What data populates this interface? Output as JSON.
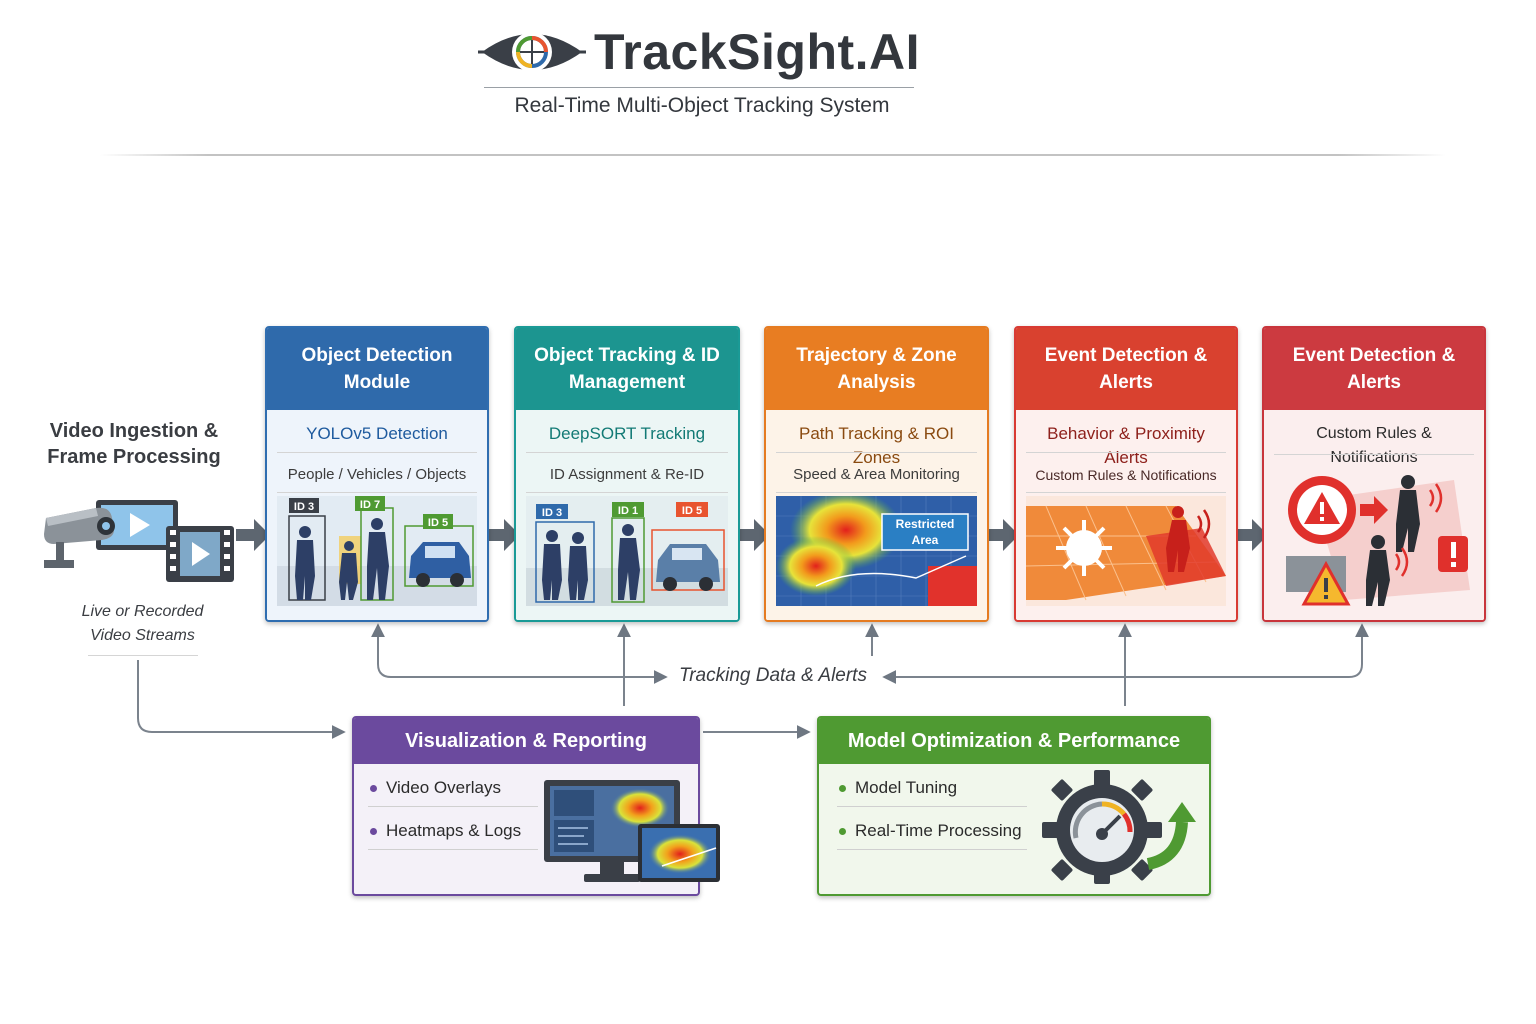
{
  "header": {
    "brand": "TrackSight.AI",
    "subtitle": "Real-Time Multi-Object Tracking System",
    "logo_icon": "eye-icon"
  },
  "ingestion": {
    "title": "Video Ingestion & Frame Processing",
    "caption": "Live or Recorded Video Streams",
    "icons": [
      "camera-icon",
      "monitor-play-icon",
      "film-play-icon"
    ]
  },
  "modules": [
    {
      "title": "Object Detection Module",
      "line1": "YOLOv5 Detection",
      "line2": "People / Vehicles / Objects",
      "tags": [
        "ID 3",
        "ID 7",
        "ID 5"
      ]
    },
    {
      "title": "Object Tracking & ID Management",
      "line1": "DeepSORT Tracking",
      "line2": "ID Assignment & Re-ID",
      "tags": [
        "ID 3",
        "ID 1",
        "ID 5"
      ]
    },
    {
      "title": "Trajectory & Zone Analysis",
      "line1": "Path Tracking & ROI Zones",
      "line2": "Speed & Area Monitoring",
      "zone_label": "Restricted Area"
    },
    {
      "title": "Event Detection & Alerts",
      "line1": "Behavior & Proximity Alerts",
      "line2": "Custom Rules & Notifications"
    },
    {
      "title": "Event Detection & Alerts",
      "line1": "Custom Rules & Notifications"
    }
  ],
  "feedback": {
    "label": "Tracking Data & Alerts"
  },
  "visualization": {
    "title": "Visualization & Reporting",
    "items": [
      "Video Overlays",
      "Heatmaps & Logs"
    ]
  },
  "optimization": {
    "title": "Model Optimization & Performance",
    "items": [
      "Model Tuning",
      "Real-Time Processing"
    ]
  },
  "colors": {
    "detection": "#2f6aab",
    "tracking": "#1c9590",
    "trajectory": "#e87d22",
    "event": "#d9412f",
    "event2": "#cc3a40",
    "visualization": "#6b4a9e",
    "optimization": "#4f9a32"
  }
}
